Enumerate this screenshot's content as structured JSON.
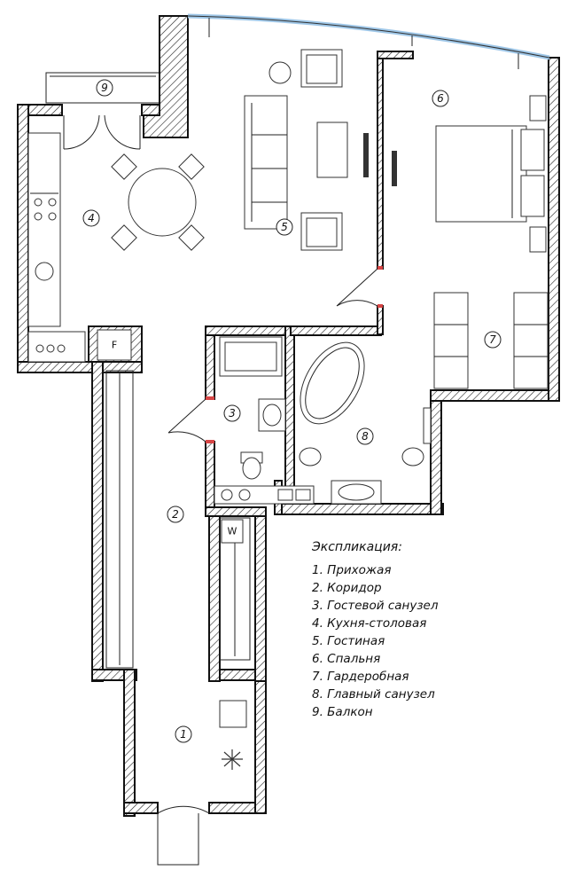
{
  "legend": {
    "title": "Экспликация:",
    "items": [
      "1. Прихожая",
      "2. Коридор",
      "3. Гостевой санузел",
      "4. Кухня-столовая",
      "5. Гостиная",
      "6. Спальня",
      "7. Гардеробная",
      "8. Главный санузел",
      "9. Балкон"
    ]
  },
  "rooms": [
    {
      "id": "1",
      "label": "1"
    },
    {
      "id": "2",
      "label": "2"
    },
    {
      "id": "3",
      "label": "3"
    },
    {
      "id": "4",
      "label": "4"
    },
    {
      "id": "5",
      "label": "5"
    },
    {
      "id": "6",
      "label": "6"
    },
    {
      "id": "7",
      "label": "7"
    },
    {
      "id": "8",
      "label": "8"
    },
    {
      "id": "9",
      "label": "9"
    }
  ],
  "markers": {
    "fridge": "F",
    "washer": "W"
  },
  "colors": {
    "wall_outline": "#111111",
    "window_glass": "#9fc7e8",
    "door_marks": "#d64545"
  }
}
